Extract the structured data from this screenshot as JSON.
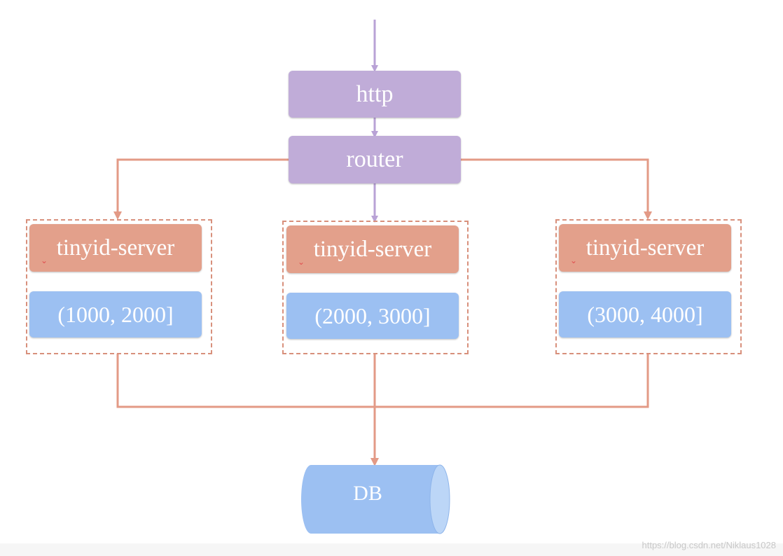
{
  "diagram": {
    "nodes": {
      "http": "http",
      "router": "router",
      "db": "DB"
    },
    "servers": [
      {
        "label": "tinyid-server",
        "range": "(1000, 2000]"
      },
      {
        "label": "tinyid-server",
        "range": "(2000, 3000]"
      },
      {
        "label": "tinyid-server",
        "range": "(3000, 4000]"
      }
    ],
    "colors": {
      "purple_node": "#c0acd8",
      "server_node": "#e3a08b",
      "range_node": "#9cc0f2",
      "orange_connector": "#e3a08b",
      "purple_connector": "#c0acd8",
      "db_fill": "#9cc0f2"
    }
  },
  "watermark": "https://blog.csdn.net/Niklaus1028"
}
